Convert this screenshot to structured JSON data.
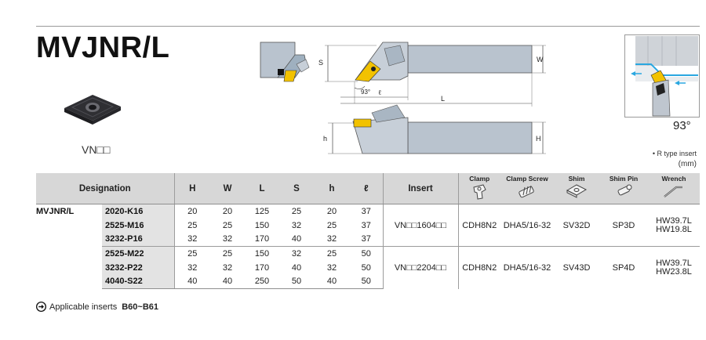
{
  "product": {
    "title": "MVJNR/L",
    "insert_code": "VN□□"
  },
  "diagram": {
    "labels": {
      "s": "S",
      "w": "W",
      "angle": "93°",
      "l_small": "ℓ",
      "l_big": "L",
      "h_small": "h",
      "h_big": "H"
    },
    "detail_angle": "93°"
  },
  "notes": {
    "r_type": "• R type insert",
    "unit": "(mm)"
  },
  "table": {
    "headers": {
      "designation": "Designation",
      "H": "H",
      "W": "W",
      "L": "L",
      "S": "S",
      "h": "h",
      "l": "ℓ",
      "insert": "Insert",
      "clamp": "Clamp",
      "clamp_screw": "Clamp Screw",
      "shim": "Shim",
      "shim_pin": "Shim Pin",
      "wrench": "Wrench"
    },
    "family": "MVJNR/L",
    "rows": [
      {
        "code": "2020-K16",
        "H": "20",
        "W": "20",
        "L": "125",
        "S": "25",
        "h": "20",
        "l": "37"
      },
      {
        "code": "2525-M16",
        "H": "25",
        "W": "25",
        "L": "150",
        "S": "32",
        "h": "25",
        "l": "37"
      },
      {
        "code": "3232-P16",
        "H": "32",
        "W": "32",
        "L": "170",
        "S": "40",
        "h": "32",
        "l": "37"
      },
      {
        "code": "2525-M22",
        "H": "25",
        "W": "25",
        "L": "150",
        "S": "32",
        "h": "25",
        "l": "50"
      },
      {
        "code": "3232-P22",
        "H": "32",
        "W": "32",
        "L": "170",
        "S": "40",
        "h": "32",
        "l": "50"
      },
      {
        "code": "4040-S22",
        "H": "40",
        "W": "40",
        "L": "250",
        "S": "50",
        "h": "40",
        "l": "50"
      }
    ],
    "groups": [
      {
        "insert": "VN□□1604□□",
        "clamp": "CDH8N2",
        "screw": "DHA5/16-32",
        "shim": "SV32D",
        "pin": "SP3D",
        "wrench1": "HW39.7L",
        "wrench2": "HW19.8L"
      },
      {
        "insert": "VN□□2204□□",
        "clamp": "CDH8N2",
        "screw": "DHA5/16-32",
        "shim": "SV43D",
        "pin": "SP4D",
        "wrench1": "HW39.7L",
        "wrench2": "HW23.8L"
      }
    ]
  },
  "footer": {
    "label": "Applicable inserts",
    "value": "B60~B61"
  }
}
